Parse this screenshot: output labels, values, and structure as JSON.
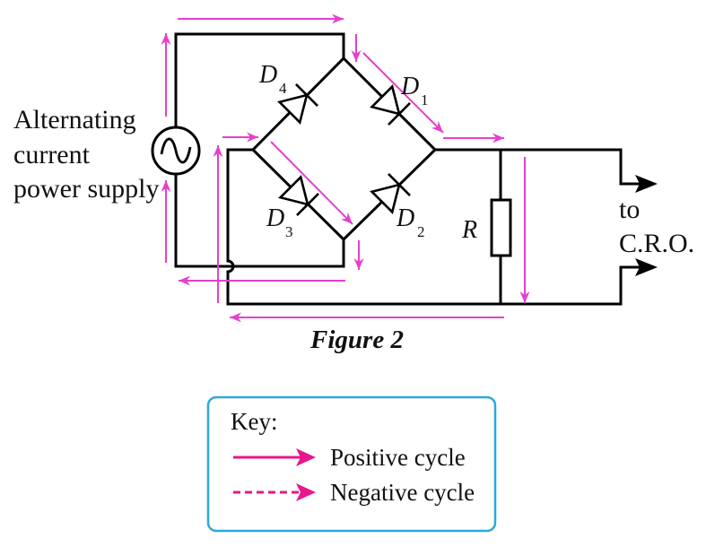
{
  "source": {
    "label_lines": [
      "Alternating",
      "current",
      "power supply"
    ],
    "symbol": "ac-source-icon"
  },
  "diodes": [
    {
      "id": "D4",
      "letter": "D",
      "sub": "4"
    },
    {
      "id": "D1",
      "letter": "D",
      "sub": "1"
    },
    {
      "id": "D3",
      "letter": "D",
      "sub": "3"
    },
    {
      "id": "D2",
      "letter": "D",
      "sub": "2"
    }
  ],
  "resistor": {
    "label": "R"
  },
  "output": {
    "line1": "to",
    "line2": "C.R.O."
  },
  "figure": {
    "caption": "Figure 2"
  },
  "key": {
    "title": "Key:",
    "items": [
      {
        "label": "Positive cycle",
        "style": "solid"
      },
      {
        "label": "Negative cycle",
        "style": "dashed"
      }
    ]
  },
  "colors": {
    "wire": "#000000",
    "circuit_arrow": "#e540cf",
    "key_arrow": "#e8168c",
    "key_border": "#2aa8de"
  }
}
